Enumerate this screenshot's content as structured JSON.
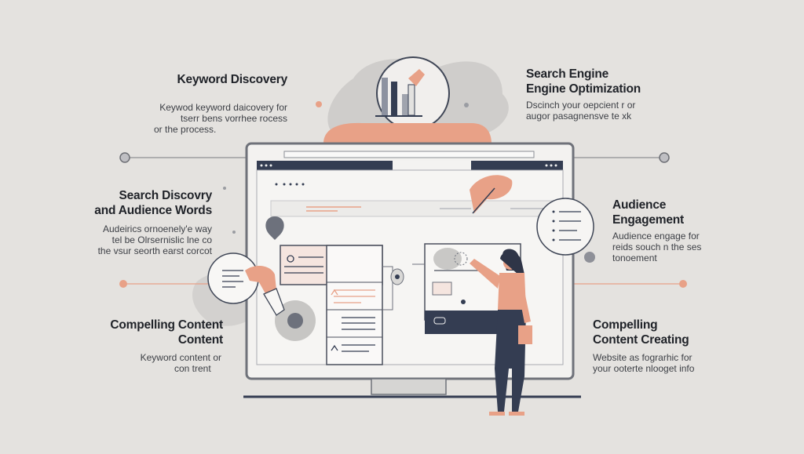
{
  "sections": {
    "keyword_discovery": {
      "title": "Keyword Discovery",
      "body": [
        "Keywod keyword daicovery  for",
        "tserr bens vorrhee rocess",
        "or the process."
      ]
    },
    "search_discovery": {
      "title": [
        "Search Discovry",
        "and Audience Words"
      ],
      "body": [
        "Audeirics ornoenely'e way",
        "tel  be Olrsernislic lne  co",
        "the vsur seorth earst corcot"
      ]
    },
    "compelling_content_left": {
      "title": [
        "Compelling Content",
        "Content"
      ],
      "body": [
        "Keyword content or",
        "con trent"
      ]
    },
    "seo": {
      "title": [
        "Search Engine",
        "Engine Optimization"
      ],
      "body": [
        "Dscinch your oepcient r or",
        "augor pasagnensve te xk"
      ]
    },
    "audience_engagement": {
      "title": [
        "Audience",
        "Engagement"
      ],
      "body": [
        "Audience engage for",
        "reids souch n the ses",
        "tonoement"
      ]
    },
    "compelling_content_right": {
      "title": [
        "Compelling",
        "Content Creating"
      ],
      "body": [
        "Website as fograrhic for",
        "your ooterte nlooget info"
      ]
    }
  },
  "colors": {
    "background": "#e4e2df",
    "accent_salmon": "#e8a187",
    "navy": "#343d52",
    "line_gray": "#8e8e92"
  }
}
